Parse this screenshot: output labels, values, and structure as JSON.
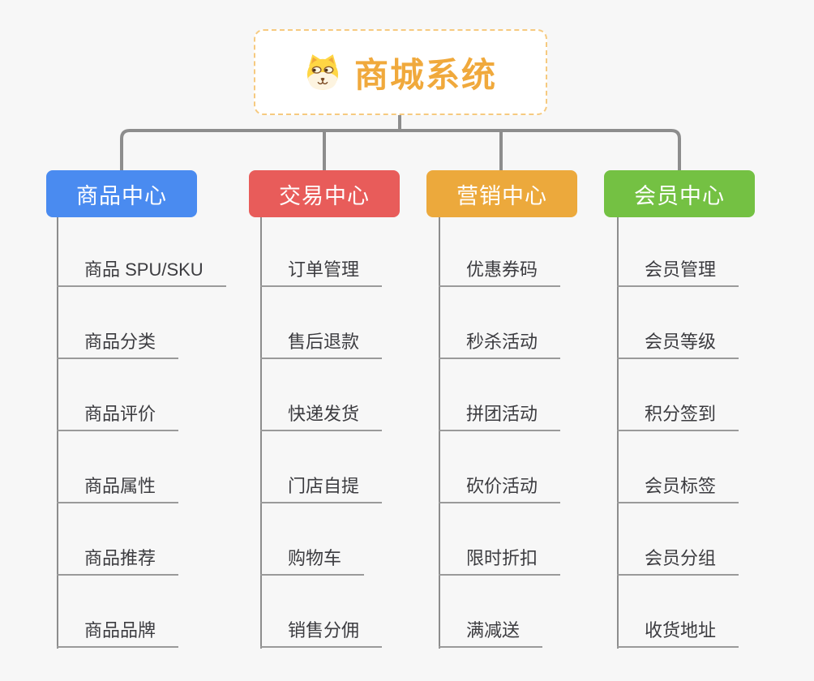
{
  "diagram": {
    "root": {
      "label": "商城系统",
      "icon": "dog-face-icon"
    },
    "branches": [
      {
        "label": "商品中心",
        "color": "#4a8bf0",
        "items": [
          "商品 SPU/SKU",
          "商品分类",
          "商品评价",
          "商品属性",
          "商品推荐",
          "商品品牌"
        ]
      },
      {
        "label": "交易中心",
        "color": "#e85c5a",
        "items": [
          "订单管理",
          "售后退款",
          "快递发货",
          "门店自提",
          "购物车",
          "销售分佣"
        ]
      },
      {
        "label": "营销中心",
        "color": "#eca93c",
        "items": [
          "优惠券码",
          "秒杀活动",
          "拼团活动",
          "砍价活动",
          "限时折扣",
          "满减送"
        ]
      },
      {
        "label": "会员中心",
        "color": "#74c143",
        "items": [
          "会员管理",
          "会员等级",
          "积分签到",
          "会员标签",
          "会员分组",
          "收货地址"
        ]
      }
    ],
    "colors": {
      "background": "#f7f7f7",
      "connector": "#8d8d8d",
      "item_underline": "#9a9a9a",
      "item_text": "#3c3c40",
      "root_text": "#f0a93c",
      "root_border": "#f6ca80"
    }
  }
}
